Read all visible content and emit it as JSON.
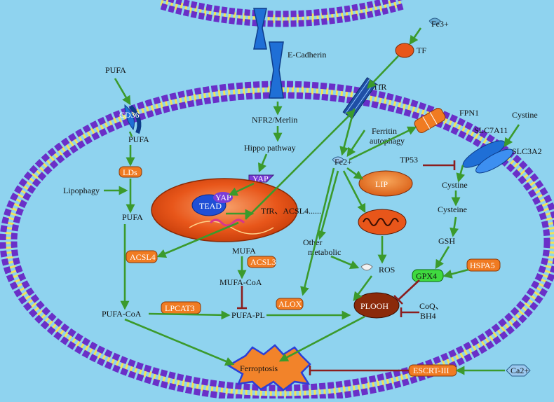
{
  "labels": {
    "e_cadherin": "E-Cadherin",
    "fe3_top": "Fe3+",
    "tf": "TF",
    "tfr": "TfR",
    "pufa_out": "PUFA",
    "cd36": "CD36",
    "pufa_in": "PUFA",
    "lds": "LDs",
    "lipophagy": "Lipophagy",
    "pufa_mid": "PUFA",
    "nfr2": "NFR2/Merlin",
    "hippo": "Hippo pathway",
    "yap_top": "YAP",
    "yap_nuc": "YAP",
    "tead": "TEAD",
    "tfr_acsl4": "TfR、ACSL4......",
    "acsl4": "ACSL4",
    "mufa": "MUFA",
    "acsl3": "ACSL3",
    "mufa_coa": "MUFA-CoA",
    "pufa_coa": "PUFA-CoA",
    "lpcat3": "LPCAT3",
    "pufa_pl": "PUFA-PL",
    "alox": "ALOX",
    "plooh": "PLOOH",
    "coq_line1": "CoQ、",
    "coq_line2": "BH4",
    "gpx4": "GPX4",
    "hspa5": "HSPA5",
    "gsh": "GSH",
    "cysteine": "Cysteine",
    "cystine_in": "Cystine",
    "cystine_out": "Cystine",
    "slc7a11": "SLC7A11",
    "slc3a2": "SLC3A2",
    "tp53": "TP53",
    "fpn1": "FPN1",
    "ferritin_line1": "Ferritin",
    "ferritin_line2": "autophagy",
    "fe2": "Fe2+",
    "lip": "LIP",
    "ros": "ROS",
    "other_line1": "Other",
    "other_line2": "metabolic",
    "ferroptosis": "Ferroptosis",
    "escrt": "ESCRT-III",
    "ca2": "Ca2+"
  },
  "colors": {
    "background": "#8fd3ef",
    "lipid_head": "#6a2fc8",
    "lipid_tail": "#f2e25a",
    "arrow": "#3b9a2c",
    "inhibit": "#8b1e1e",
    "channel": "#1f6fd6",
    "node_orange": "#f07b22",
    "nucleus": "#e8561a",
    "gpx4": "#3fd93f",
    "plooh": "#8b2a0a",
    "ferroptosis": "#f2832a"
  }
}
